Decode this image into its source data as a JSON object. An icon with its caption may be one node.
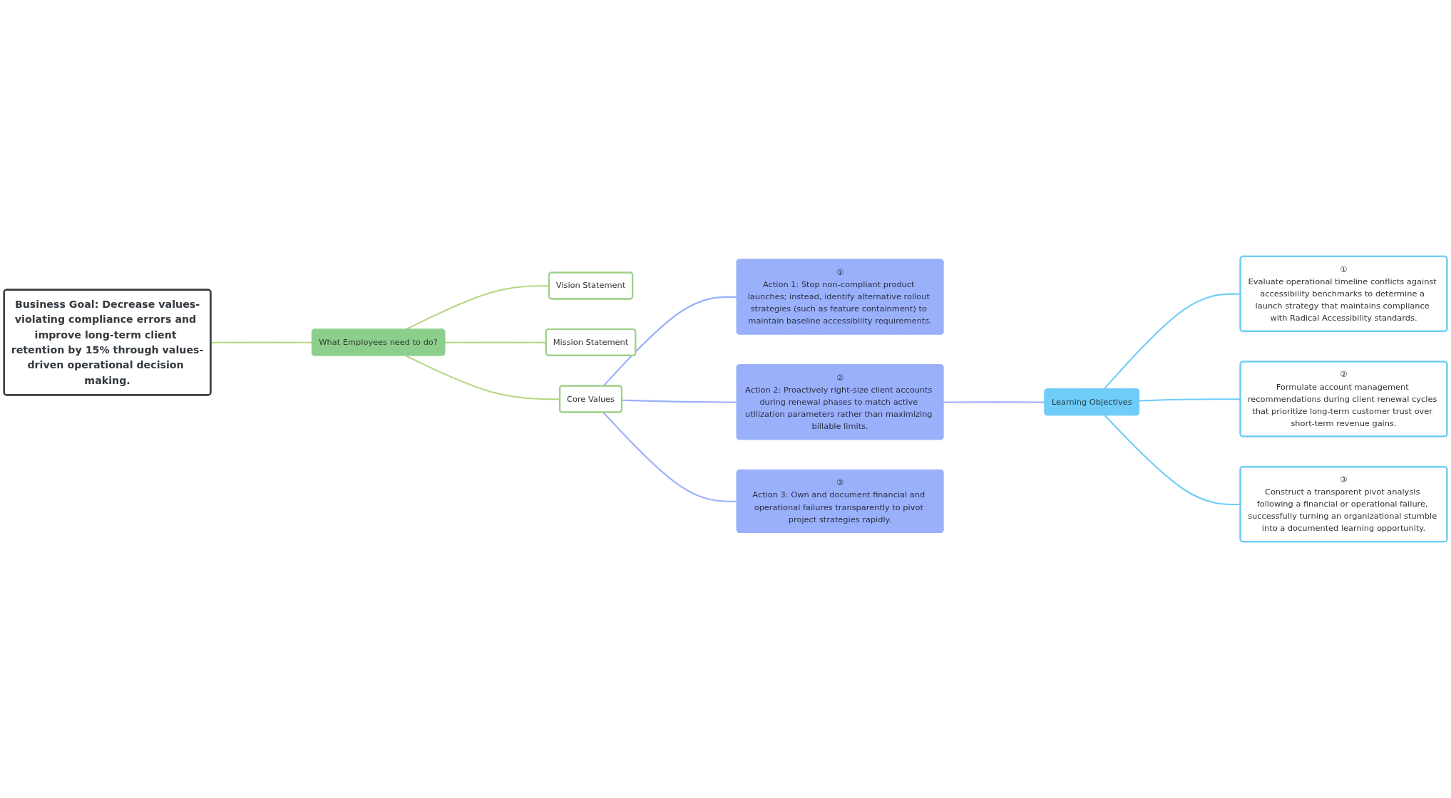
{
  "diagram": {
    "nodes": [
      {
        "text": [
          "Business Goal: Decrease values-violating compliance errors and improve long-term client retention by 15% through values-driven operational decision making."
        ]
      },
      {
        "text": [
          "What Employees need to do?"
        ]
      },
      {
        "text": [
          "Vision Statement"
        ]
      },
      {
        "text": [
          "Mission Statement"
        ]
      },
      {
        "text": [
          "Core Values"
        ]
      },
      {
        "text": [
          "①",
          "Action 1: Stop non-compliant product launches; instead, identify alternative rollout strategies (such as feature containment) to maintain baseline accessibility requirements."
        ]
      },
      {
        "text": [
          "②",
          "Action 2: Proactively right-size client accounts during renewal phases to match active utilization parameters rather than maximizing billable limits."
        ]
      },
      {
        "text": [
          "③",
          "Action 3: Own and document financial and operational failures transparently to pivot project strategies rapidly."
        ]
      },
      {
        "text": [
          "Learning Objectives"
        ]
      },
      {
        "text": [
          "①",
          "Evaluate operational timeline conflicts against accessibility benchmarks to determine a launch strategy that maintains compliance with Radical Accessibility standards."
        ]
      },
      {
        "text": [
          "②",
          "Formulate account management recommendations during client renewal cycles that prioritize long-term customer trust over short-term revenue gains."
        ]
      },
      {
        "text": [
          "③",
          "Construct a transparent pivot analysis following a financial or operational failure, successfully turning an organizational stumble into a documented learning opportunity."
        ]
      }
    ],
    "edges": [
      {
        "from": 0,
        "to": 1,
        "arrow": "none",
        "color": "#b5d67f"
      },
      {
        "from": 1,
        "to": 2,
        "arrow": "none",
        "color": "#b5d67f"
      },
      {
        "from": 1,
        "to": 3,
        "arrow": "none",
        "color": "#b5d67f"
      },
      {
        "from": 1,
        "to": 4,
        "arrow": "none",
        "color": "#b5d67f"
      },
      {
        "from": 4,
        "to": 5,
        "arrow": "none",
        "color": "#9ab0fb"
      },
      {
        "from": 4,
        "to": 6,
        "arrow": "none",
        "color": "#9ab0fb"
      },
      {
        "from": 4,
        "to": 7,
        "arrow": "none",
        "color": "#9ab0fb"
      },
      {
        "from": 6,
        "to": 8,
        "arrow": "none",
        "color": "#9ab0fb"
      },
      {
        "from": 8,
        "to": 9,
        "arrow": "none",
        "color": "#6fcdf7"
      },
      {
        "from": 8,
        "to": 10,
        "arrow": "none",
        "color": "#6fcdf7"
      },
      {
        "from": 8,
        "to": 11,
        "arrow": "none",
        "color": "#6fcdf7"
      }
    ]
  }
}
